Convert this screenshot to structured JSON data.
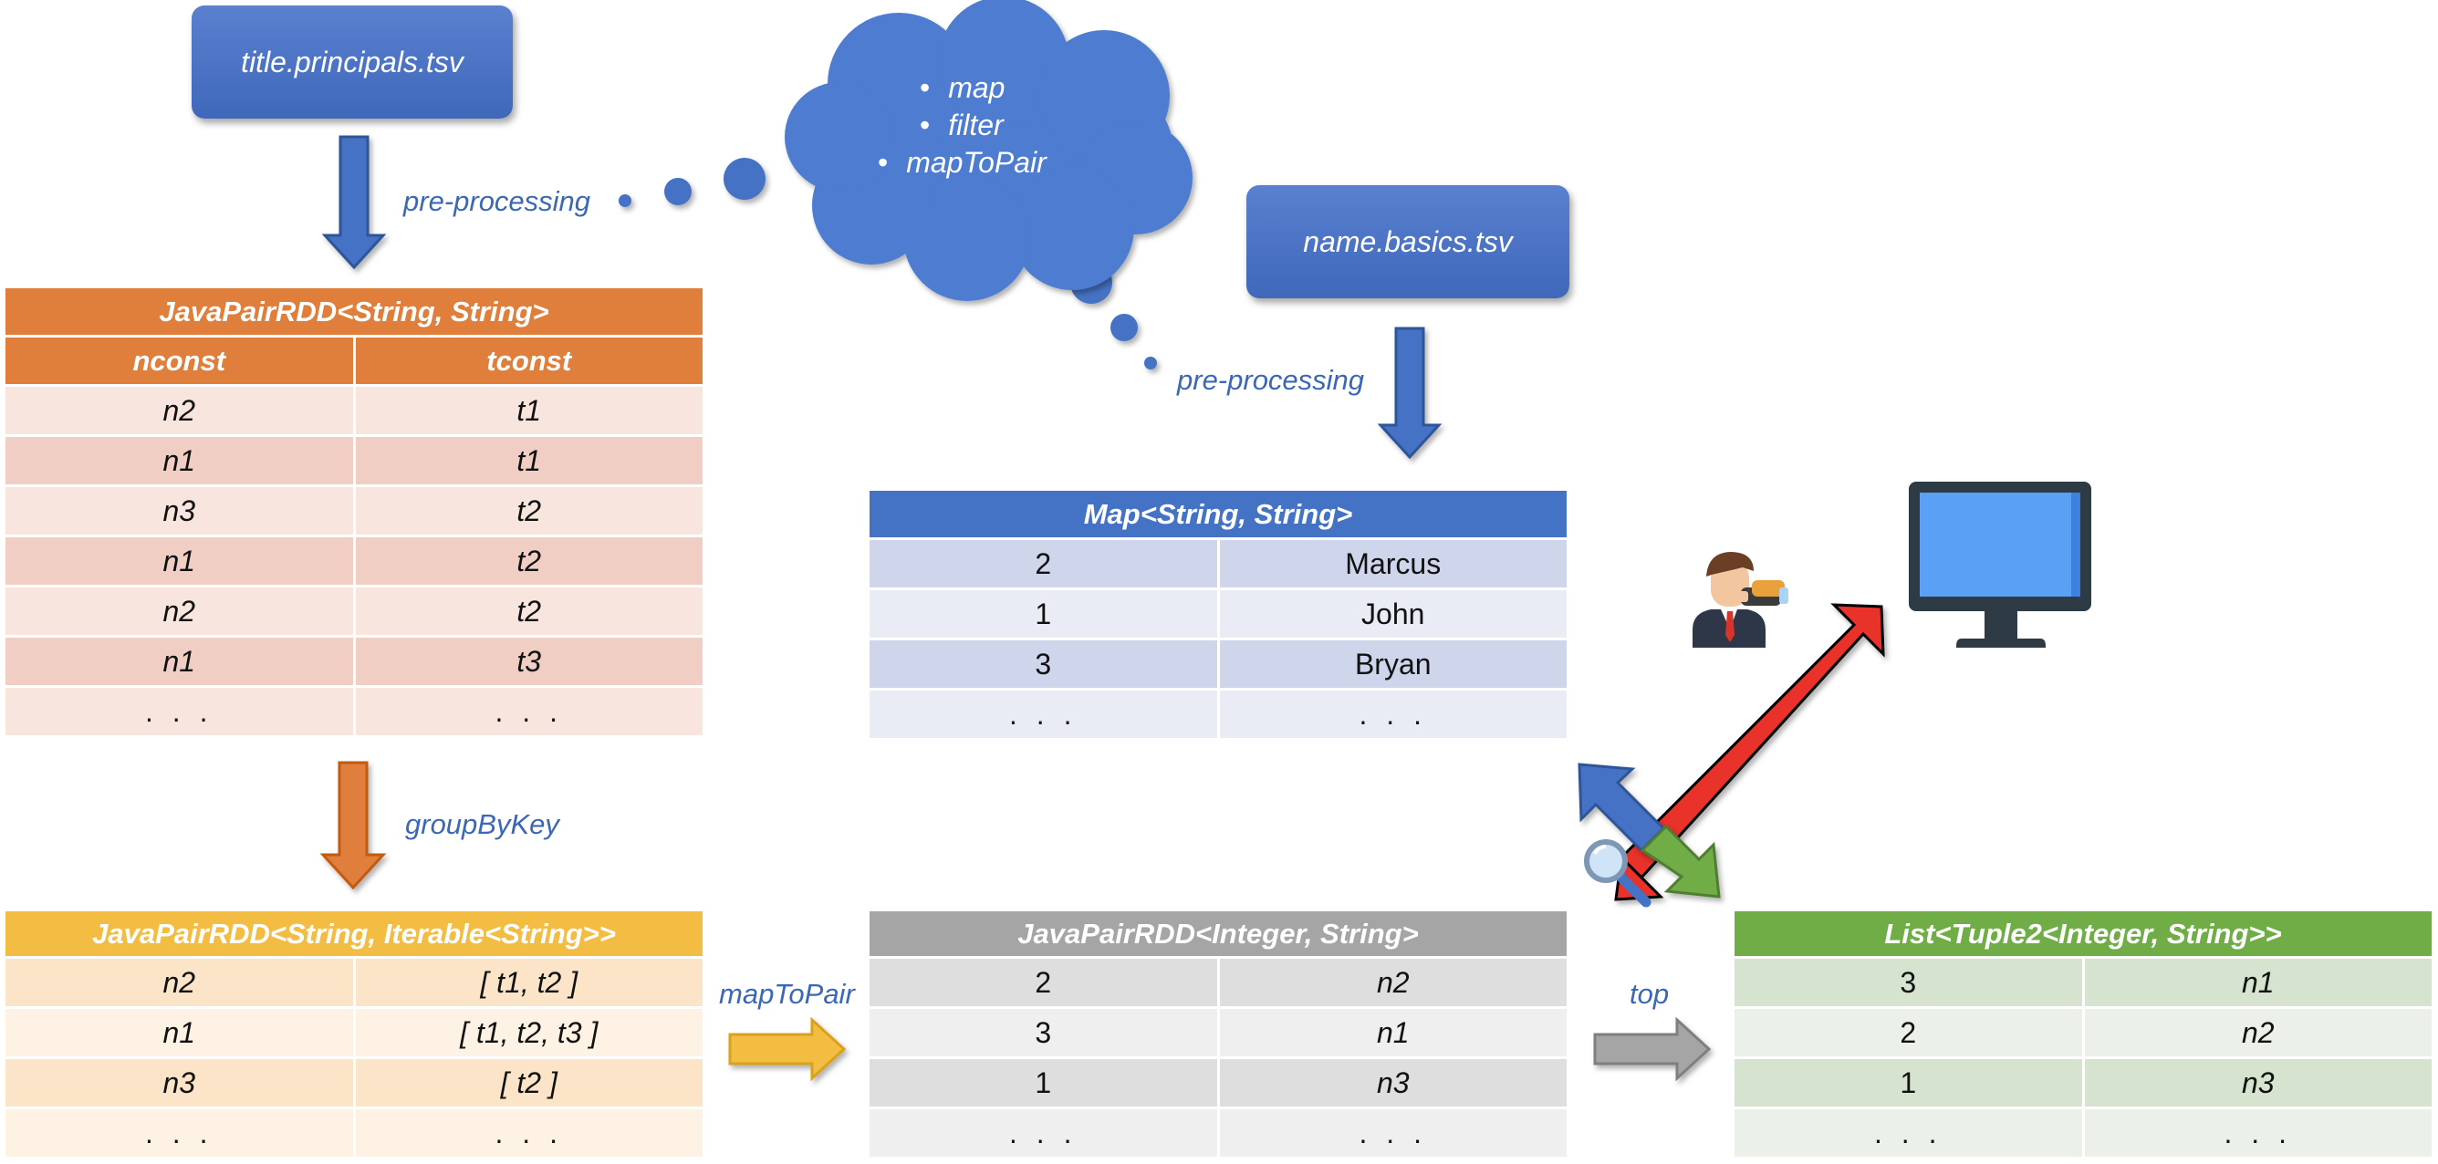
{
  "files": {
    "principals": "title.principals.tsv",
    "basics": "name.basics.tsv"
  },
  "cloud": {
    "items": [
      "map",
      "filter",
      "mapToPair"
    ]
  },
  "labels": {
    "preprocessing_left": "pre-processing",
    "preprocessing_right": "pre-processing",
    "groupbykey": "groupByKey",
    "maptopair": "mapToPair",
    "top": "top"
  },
  "table_pairs": {
    "title": "JavaPairRDD<String, String>",
    "headers": [
      "nconst",
      "tconst"
    ],
    "rows": [
      [
        "n2",
        "t1"
      ],
      [
        "n1",
        "t1"
      ],
      [
        "n3",
        "t2"
      ],
      [
        "n1",
        "t2"
      ],
      [
        "n2",
        "t2"
      ],
      [
        "n1",
        "t3"
      ],
      [
        ". . .",
        ". . ."
      ]
    ]
  },
  "table_map": {
    "title": "Map<String, String>",
    "rows": [
      [
        "2",
        "Marcus"
      ],
      [
        "1",
        "John"
      ],
      [
        "3",
        "Bryan"
      ],
      [
        ". . .",
        ". . ."
      ]
    ]
  },
  "table_grouped": {
    "title": "JavaPairRDD<String, Iterable<String>>",
    "rows": [
      [
        "n2",
        "[ t1, t2 ]"
      ],
      [
        "n1",
        "[ t1, t2, t3 ]"
      ],
      [
        "n3",
        "[ t2 ]"
      ],
      [
        ". . .",
        ". . ."
      ]
    ]
  },
  "table_count": {
    "title": "JavaPairRDD<Integer, String>",
    "rows": [
      [
        "2",
        "n2"
      ],
      [
        "3",
        "n1"
      ],
      [
        "1",
        "n3"
      ],
      [
        ". . .",
        ". . ."
      ]
    ]
  },
  "table_top": {
    "title": "List<Tuple2<Integer, String>>",
    "rows": [
      [
        "3",
        "n1"
      ],
      [
        "2",
        "n2"
      ],
      [
        "1",
        "n3"
      ],
      [
        ". . .",
        ". . ."
      ]
    ]
  },
  "colors": {
    "blue": "#4472c4",
    "orange": "#e07e3c",
    "yellow": "#f3bd43",
    "gray": "#a5a5a5",
    "green": "#70ad47",
    "red": "#e8312a"
  }
}
